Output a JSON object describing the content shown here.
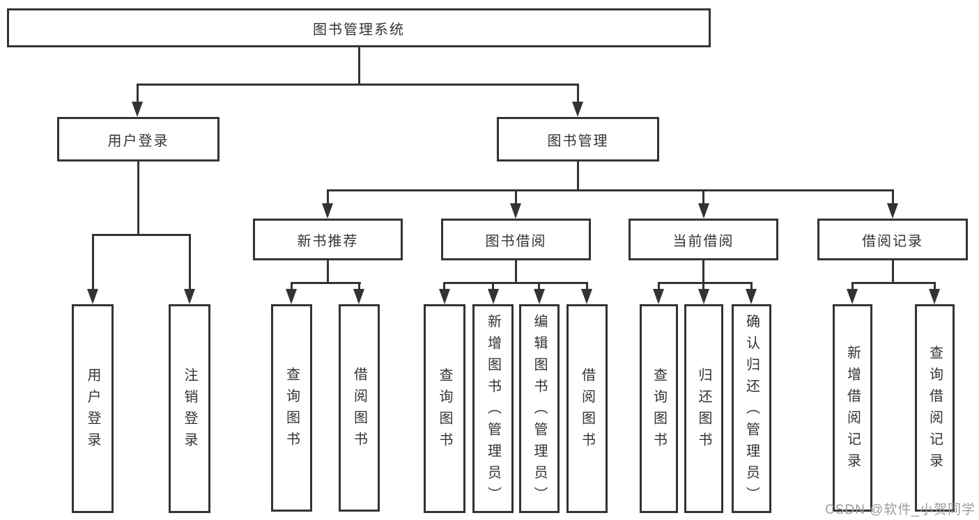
{
  "diagram_type": "hierarchy-tree",
  "tree": {
    "label": "图书管理系统",
    "children": [
      {
        "label": "用户登录",
        "children": [
          {
            "label": "用户登录"
          },
          {
            "label": "注销登录"
          }
        ]
      },
      {
        "label": "图书管理",
        "children": [
          {
            "label": "新书推荐",
            "children": [
              {
                "label": "查询图书"
              },
              {
                "label": "借阅图书"
              }
            ]
          },
          {
            "label": "图书借阅",
            "children": [
              {
                "label": "查询图书"
              },
              {
                "label": "新增图书（管理员）"
              },
              {
                "label": "编辑图书（管理员）"
              },
              {
                "label": "借阅图书"
              }
            ]
          },
          {
            "label": "当前借阅",
            "children": [
              {
                "label": "查询图书"
              },
              {
                "label": "归还图书"
              },
              {
                "label": "确认归还（管理员）"
              }
            ]
          },
          {
            "label": "借阅记录",
            "children": [
              {
                "label": "新增借阅记录"
              },
              {
                "label": "查询借阅记录"
              }
            ]
          }
        ]
      }
    ]
  },
  "watermark": {
    "text": "CSDN @软件_小贺同学"
  },
  "icons": {
    "arrow_down_icon": "solid downward triangle (css border shape)"
  },
  "colors": {
    "line": "#333333",
    "box_border": "#333333",
    "box_background": "#ffffff",
    "text": "#333333",
    "watermark": "#9c9c9c",
    "page_background": "#ffffff"
  }
}
